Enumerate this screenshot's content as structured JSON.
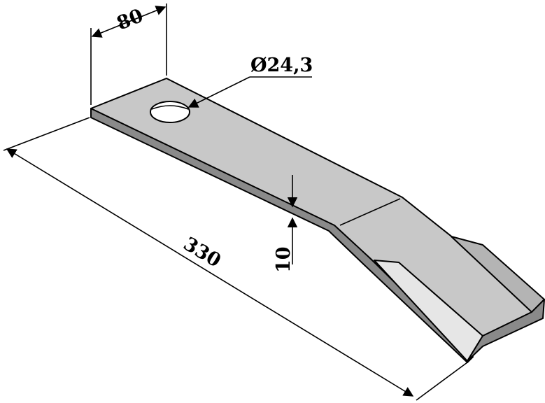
{
  "dimensions": {
    "width": "80",
    "hole_diameter": "Ø24,3",
    "length": "330",
    "thickness": "10"
  },
  "colors": {
    "top_face": "#c8c8c8",
    "edge": "#8a8a8a",
    "bevel_light": "#e6e6e6",
    "bevel_mid": "#b4b4b4",
    "hole": "#ffffff",
    "line": "#000000"
  }
}
